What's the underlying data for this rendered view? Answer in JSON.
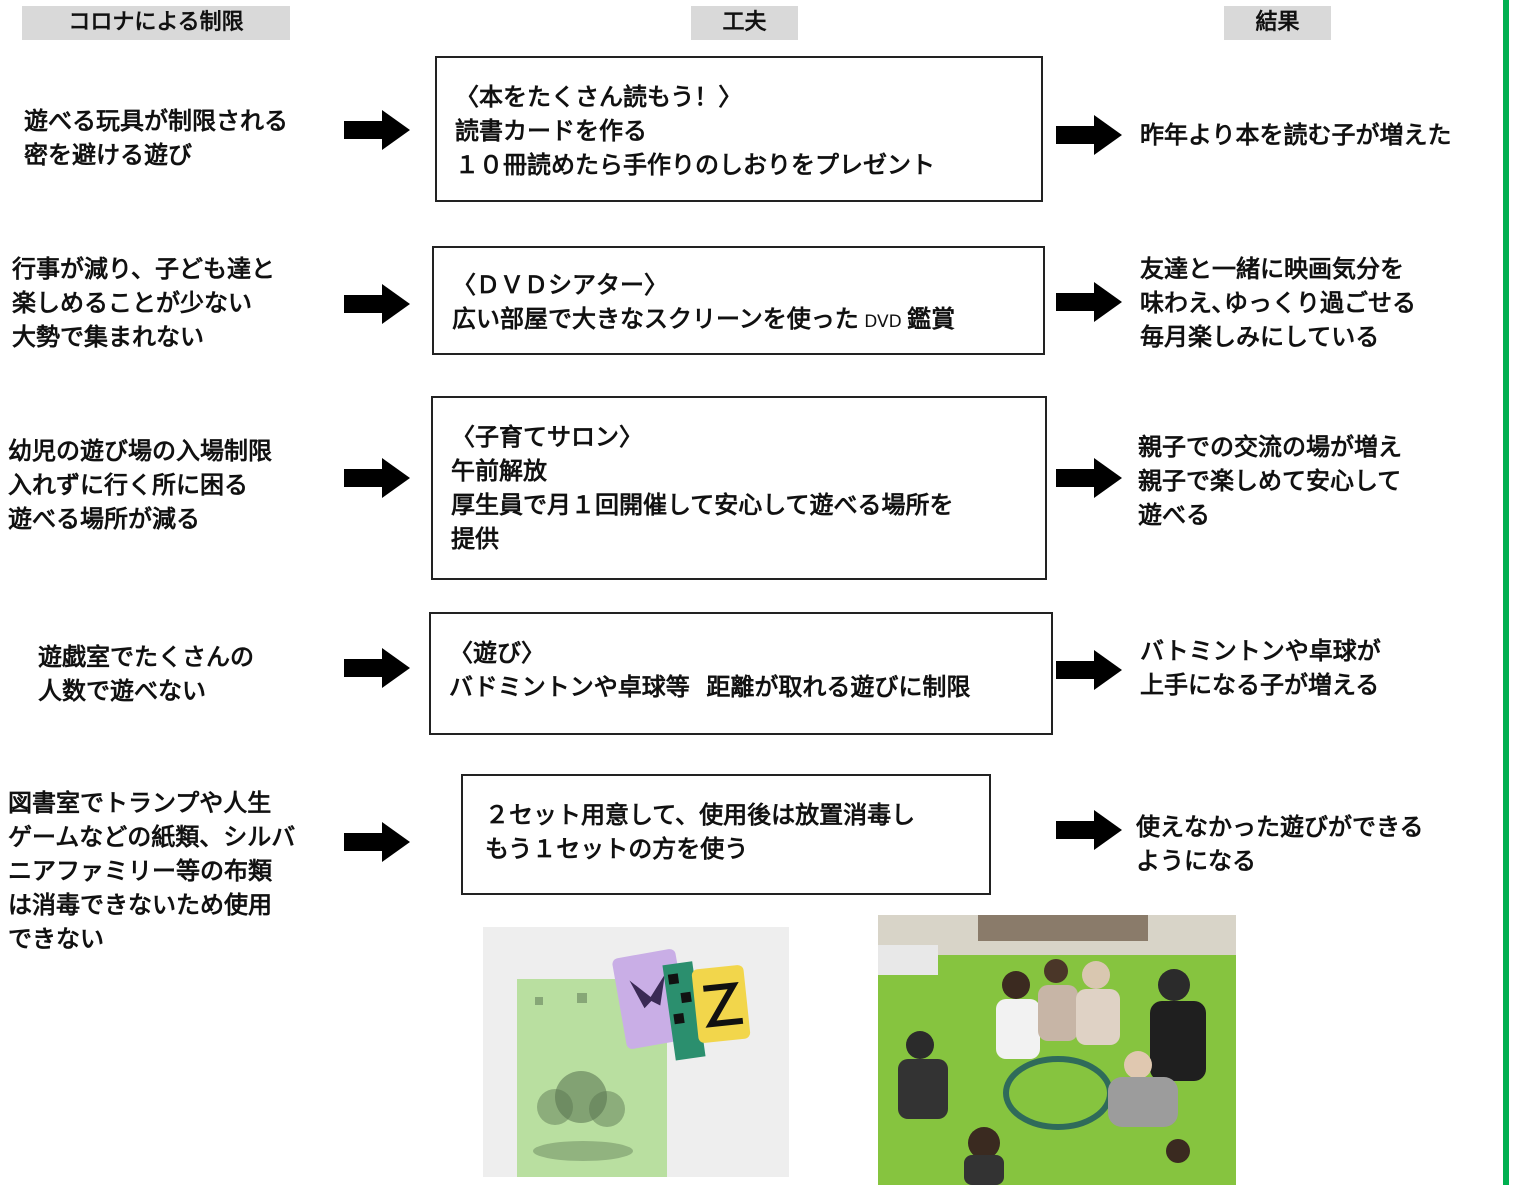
{
  "headers": {
    "limit": "コロナによる制限",
    "idea": "工夫",
    "result": "結果"
  },
  "rows": [
    {
      "limit": "遊べる玩具が制限される\n密を避ける遊び",
      "idea": "〈本をたくさん読もう！〉\n読書カードを作る\n１０冊読めたら手作りのしおりをプレゼント",
      "result": "昨年より本を読む子が増えた"
    },
    {
      "limit": "行事が減り、子ども達と\n楽しめることが少ない\n大勢で集まれない",
      "idea_line1": "〈ＤＶＤシアター〉",
      "idea_line2a": "広い部屋で大きなスクリーンを使った",
      "idea_line2b": " DVD ",
      "idea_line2c": "鑑賞",
      "result": "友達と一緒に映画気分を\n味わえ､ゆっくり過ごせる\n毎月楽しみにしている"
    },
    {
      "limit": "幼児の遊び場の入場制限\n入れずに行く所に困る\n遊べる場所が減る",
      "idea": "〈子育てサロン〉\n午前解放\n厚生員で月１回開催して安心して遊べる場所を\n提供",
      "result": "親子での交流の場が増え\n親子で楽しめて安心して\n遊べる"
    },
    {
      "limit": "遊戯室でたくさんの\n人数で遊べない",
      "idea": "〈遊び〉\nバドミントンや卓球等  距離が取れる遊びに制限",
      "result": "バトミントンや卓球が\n上手になる子が増える"
    },
    {
      "limit": "図書室でトランプや人生\nゲームなどの紙類、シルバ\nニアファミリー等の布類\nは消毒できないため使用\nできない",
      "idea": "２セット用意して、使用後は放置消毒し\nもう１セットの方を使う",
      "result": "使えなかった遊びができる\nようになる"
    }
  ],
  "colors": {
    "accent_rule": "#00b050",
    "header_bg": "#d9d9d9"
  }
}
